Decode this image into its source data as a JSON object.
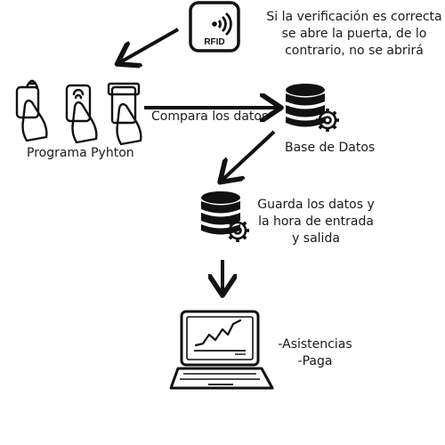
{
  "rfid": {
    "label": "RFID"
  },
  "note_top": {
    "lines": [
      "Si la verificación es correcta",
      "se abre la puerta, de lo",
      "contrario, no se abrirá"
    ]
  },
  "program": {
    "label": "Programa Pyhton"
  },
  "compare": {
    "label": "Compara los datos"
  },
  "database": {
    "label": "Base de Datos"
  },
  "store": {
    "lines": [
      "Guarda los datos y",
      "la hora de entrada",
      "y salida"
    ]
  },
  "outputs": {
    "lines": [
      "-Asistencias",
      "-Paga"
    ]
  },
  "colors": {
    "stroke": "#111111",
    "background": "#ffffff"
  }
}
